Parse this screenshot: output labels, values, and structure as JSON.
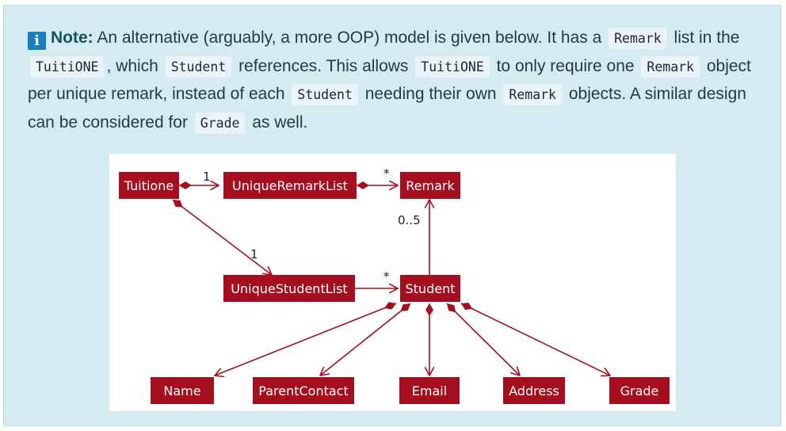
{
  "note": {
    "icon": "info-icon",
    "label": "Note:",
    "seg1": " An alternative (arguably, a more OOP) model is given below. It has a ",
    "code1": "Remark",
    "seg2": " list in the ",
    "code2": "TuitiONE",
    "seg3": ", which ",
    "code3": "Student",
    "seg4": " references. This allows ",
    "code4": "TuitiONE",
    "seg5": " to only require one ",
    "code5": "Remark",
    "seg6": " object per unique remark, instead of each ",
    "code6": "Student",
    "seg7": " needing their own ",
    "code7": "Remark",
    "seg8": " objects. A similar design can be considered for ",
    "code8": "Grade",
    "seg9": " as well."
  },
  "diagram": {
    "classes": {
      "tuitione": "Tuitione",
      "unique_remark_list": "UniqueRemarkList",
      "remark": "Remark",
      "unique_student_list": "UniqueStudentList",
      "student": "Student",
      "name": "Name",
      "parent_contact": "ParentContact",
      "email": "Email",
      "address": "Address",
      "grade": "Grade"
    },
    "multiplicities": {
      "tuitione_to_remark_list": "1",
      "remark_list_to_remark": "*",
      "student_to_remark": "0..5",
      "tuitione_to_student_list": "1",
      "student_list_to_student": "*"
    }
  },
  "colors": {
    "callout_background": "#d4ebf1",
    "class_box": "#a50e1e",
    "info_icon": "#1a7fbf"
  }
}
